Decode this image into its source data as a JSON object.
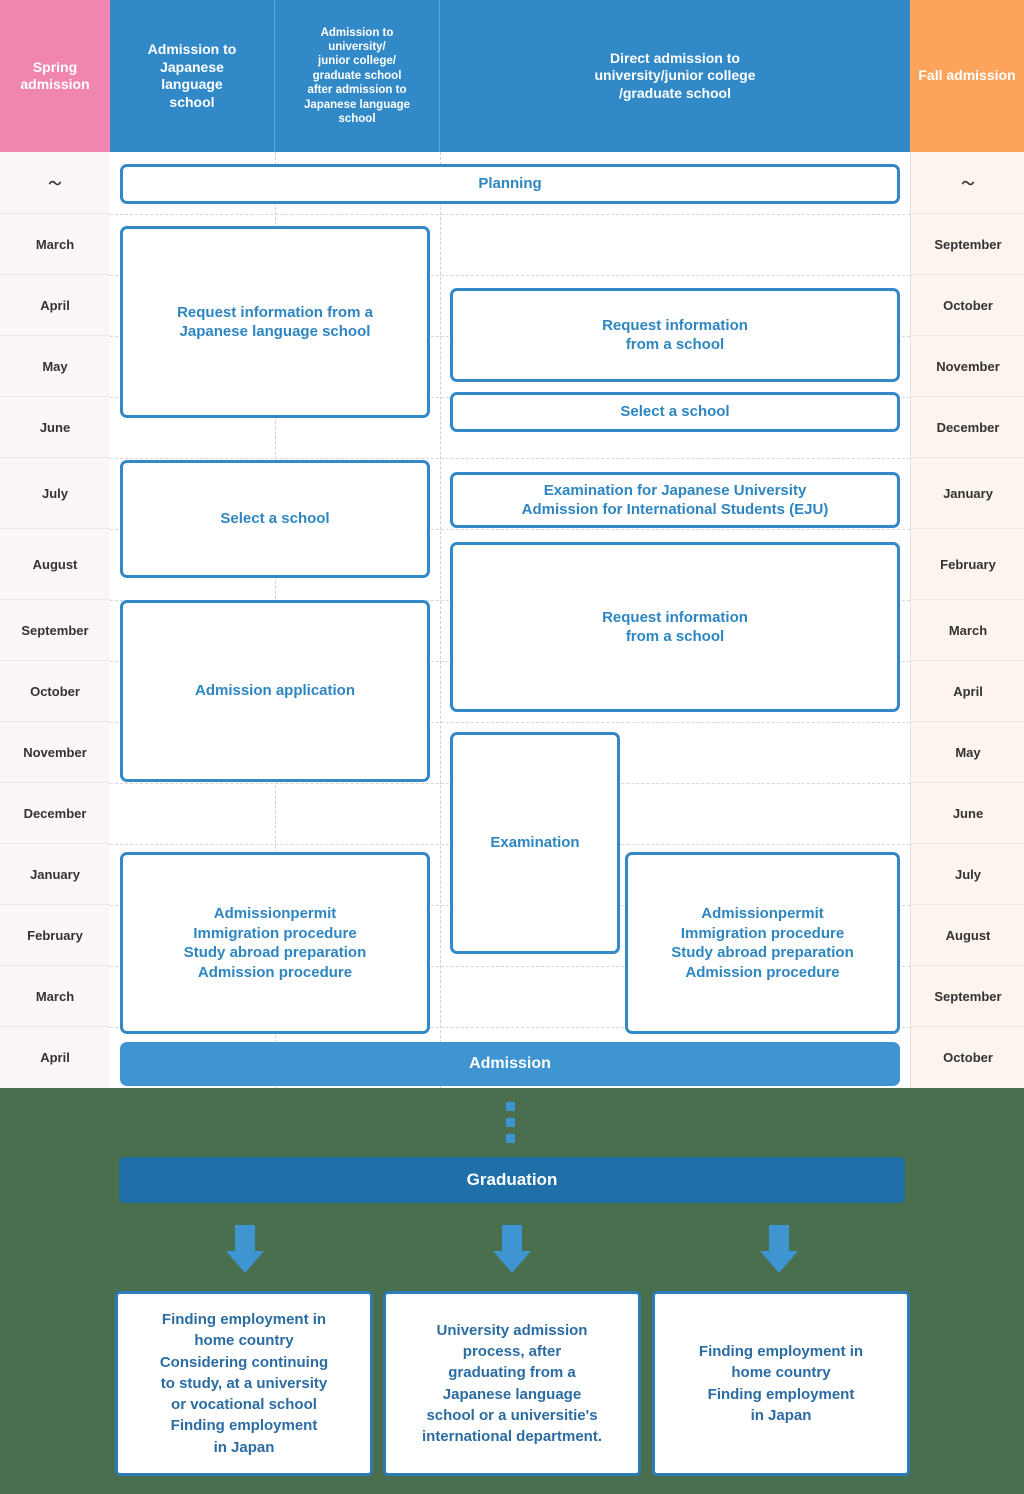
{
  "header": {
    "left_season": "Spring\nadmission",
    "col1": "Admission to\nJapanese\nlanguage\nschool",
    "col2": "Admission to\nuniversity/\njunior college/\ngraduate school\nafter admission to\nJapanese language\nschool",
    "col3": "Direct admission to\nuniversity/junior college\n/graduate school",
    "right_season": "Fall admission"
  },
  "months_left": [
    "～",
    "March",
    "April",
    "May",
    "June",
    "July",
    "August",
    "September",
    "October",
    "November",
    "December",
    "January",
    "February",
    "March",
    "April"
  ],
  "months_right": [
    "～",
    "September",
    "October",
    "November",
    "December",
    "January",
    "February",
    "March",
    "April",
    "May",
    "June",
    "July",
    "August",
    "September",
    "October"
  ],
  "boxes": {
    "planning": "Planning",
    "request_info_jls": "Request information from a\nJapanese language school",
    "request_info_school_1": "Request information\nfrom a school",
    "select_school_direct": "Select a school",
    "select_school_jls": "Select a school",
    "eju": "Examination for Japanese University\nAdmission for International Students (EJU)",
    "request_info_school_2": "Request information\nfrom a school",
    "admission_application": "Admission application",
    "examination": "Examination",
    "permit_left": "Admissionpermit\nImmigration procedure\nStudy abroad preparation\nAdmission procedure",
    "permit_right": "Admissionpermit\nImmigration procedure\nStudy abroad preparation\nAdmission procedure",
    "admission": "Admission"
  },
  "after": {
    "graduation": "Graduation",
    "outcomes": [
      "Finding employment in\nhome country\nConsidering continuing\nto study, at a university\nor vocational school\nFinding employment\nin Japan",
      "University admission\nprocess, after\ngraduating from a\nJapanese language\nschool or a universitie's\ninternational department.",
      "Finding employment in\nhome country\nFinding employment\nin Japan"
    ]
  },
  "colors": {
    "spring_pink": "#F086B0",
    "header_blue": "#3289C8",
    "fall_orange": "#FCA45C",
    "box_blue": "#3289C8",
    "text_blue": "#2E86C1",
    "green_bg": "#4A6F4E",
    "graduation_blue": "#1F6FA8"
  }
}
